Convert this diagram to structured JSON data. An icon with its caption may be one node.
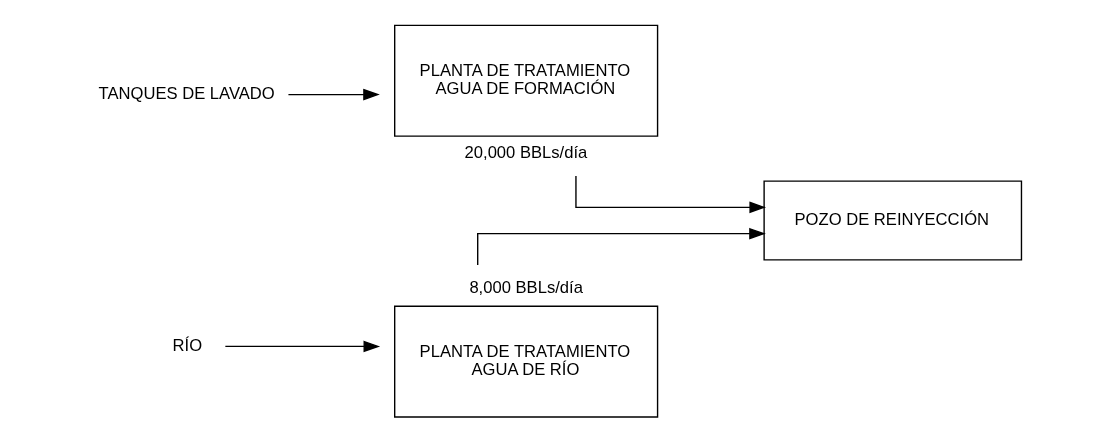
{
  "diagram": {
    "nodes": [
      {
        "text": [
          "TANQUES DE LAVADO"
        ]
      },
      {
        "text": [
          "PLANTA DE TRATAMIENTO AGUA DE FORMACIÓN"
        ],
        "beside": [
          "20,000 BBLs/día"
        ]
      },
      {
        "text": [
          "POZO DE REINYECCIÓN"
        ]
      },
      {
        "text": [
          "RÍO"
        ]
      },
      {
        "text": [
          "PLANTA DE TRATAMIENTO AGUA DE RÍO"
        ],
        "beside": [
          "8,000 BBLs/día"
        ]
      }
    ],
    "edges": [
      {
        "from": 0,
        "to": 1,
        "arrow": "to"
      },
      {
        "from": 3,
        "to": 4,
        "arrow": "to"
      },
      {
        "from": 1,
        "to": 2,
        "arrow": "to"
      },
      {
        "from": 4,
        "to": 2,
        "arrow": "to"
      }
    ]
  }
}
